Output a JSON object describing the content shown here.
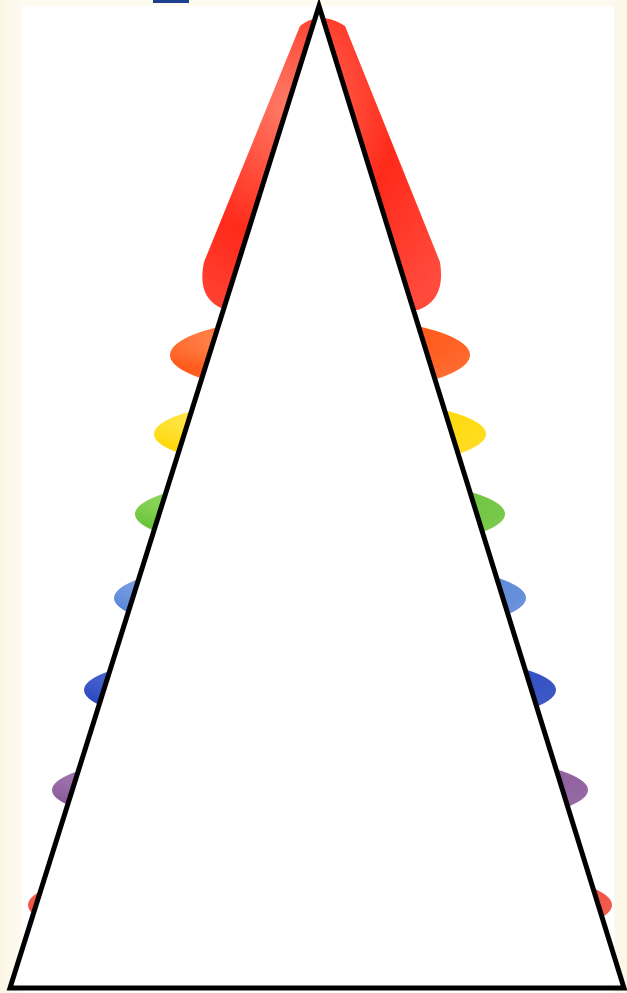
{
  "scene": {
    "subject": "stacking-ring-pyramid-toy",
    "rings": [
      {
        "name": "top-cone",
        "color": "#ff2a1a",
        "highlight": "#ff7a66"
      },
      {
        "name": "ring-orange",
        "color": "#ff5a1a",
        "highlight": "#ffa070"
      },
      {
        "name": "ring-yellow",
        "color": "#ffd90a",
        "highlight": "#fff28a"
      },
      {
        "name": "ring-green",
        "color": "#6cc43a",
        "highlight": "#b4ec88"
      },
      {
        "name": "ring-light-blue",
        "color": "#5a86d8",
        "highlight": "#a8c4f4"
      },
      {
        "name": "ring-dark-blue",
        "color": "#2a48c0",
        "highlight": "#7a92ec"
      },
      {
        "name": "ring-purple",
        "color": "#8a5a9a",
        "highlight": "#c4a2d2"
      },
      {
        "name": "ring-bottom-red",
        "color": "#f04a3a",
        "highlight": "#ff9a88"
      }
    ],
    "overlay": {
      "shape": "triangle",
      "fill": "#ffffff",
      "stroke": "#000000"
    },
    "accent_marker_color": "#1d3f8f"
  }
}
